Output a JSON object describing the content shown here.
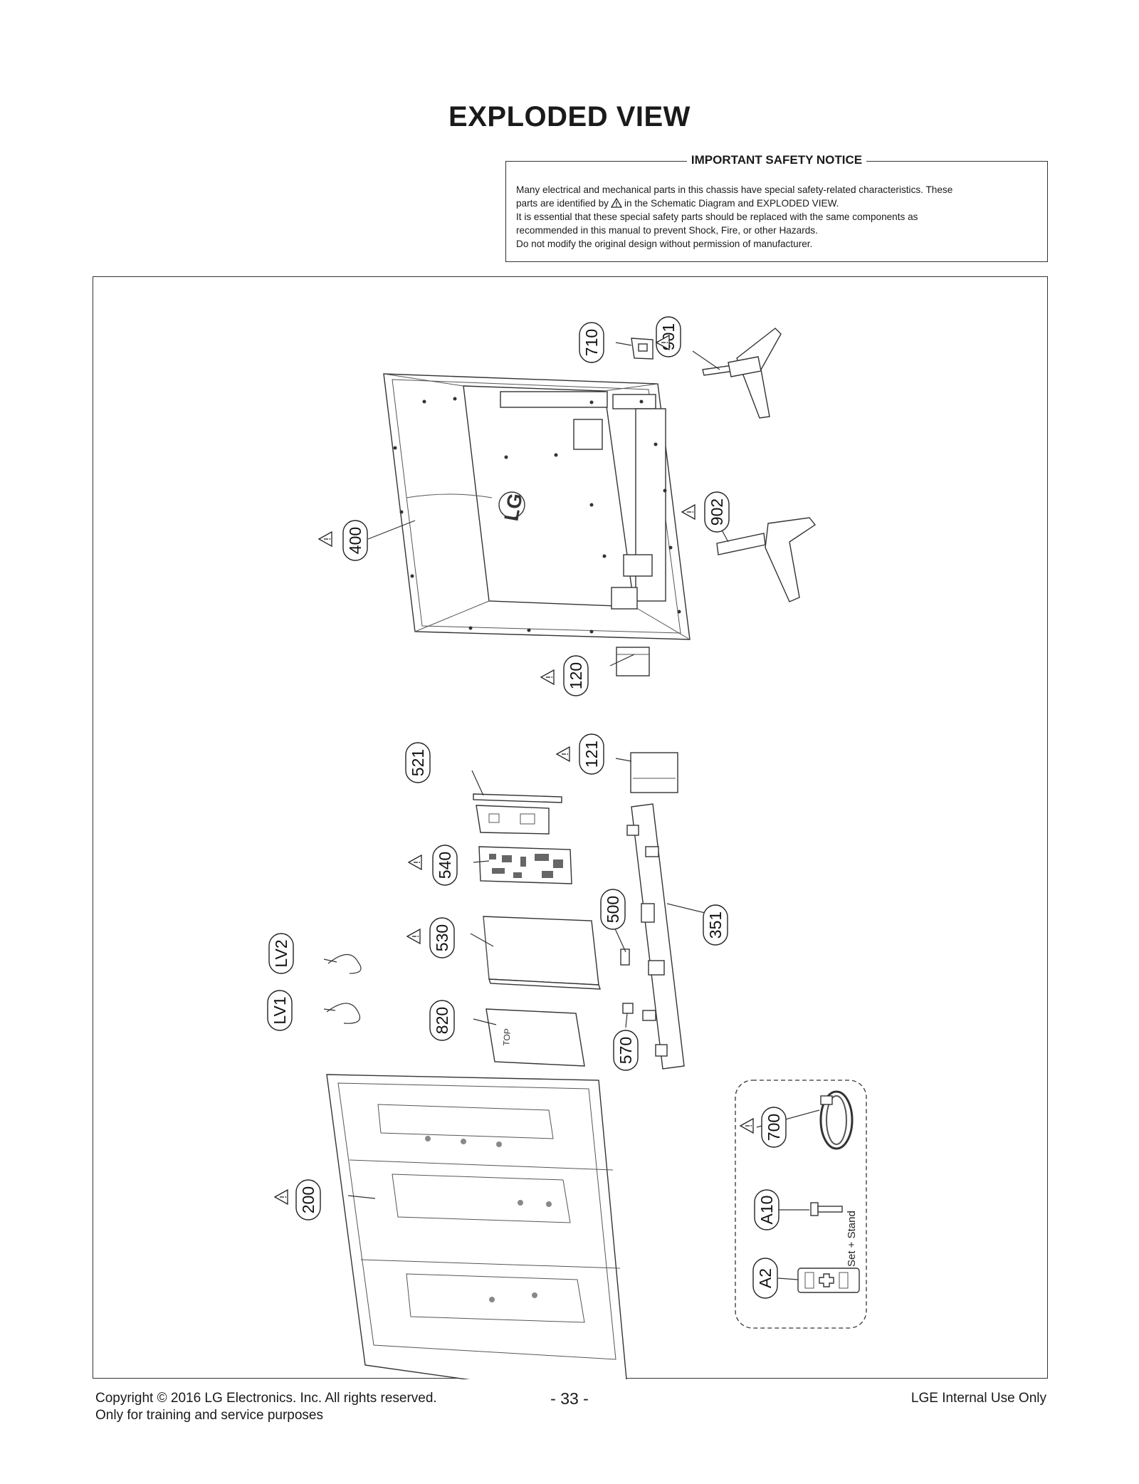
{
  "page_title": "EXPLODED VIEW",
  "notice": {
    "title": "IMPORTANT SAFETY NOTICE",
    "line1": "Many electrical and mechanical parts in this chassis have special safety-related characteristics. These",
    "line2a": "parts are identified by",
    "line2b": "in the Schematic Diagram and EXPLODED VIEW.",
    "line3": "It is essential that these special safety parts should be replaced with the same components as",
    "line4": "recommended in this manual to prevent Shock, Fire, or other Hazards.",
    "line5": "Do not modify the original design without permission of manufacturer."
  },
  "diagram": {
    "callouts": {
      "c710": "710",
      "c901": "901",
      "c400": "400",
      "c902": "902",
      "c120": "120",
      "c521": "521",
      "c121": "121",
      "c540": "540",
      "c500": "500",
      "c351": "351",
      "c530": "530",
      "cLV2": "LV2",
      "cLV1": "LV1",
      "c820": "820",
      "c570": "570",
      "c700": "700",
      "c200": "200",
      "cA10": "A10",
      "cA2": "A2"
    },
    "accessory_note": "Set + Stand",
    "logo_text": "LG"
  },
  "footer": {
    "copyright": "Copyright  © 2016 LG Electronics. Inc. All rights reserved.",
    "training": "Only for training and service purposes",
    "page_number": "- 33 -",
    "internal": "LGE Internal Use Only"
  }
}
